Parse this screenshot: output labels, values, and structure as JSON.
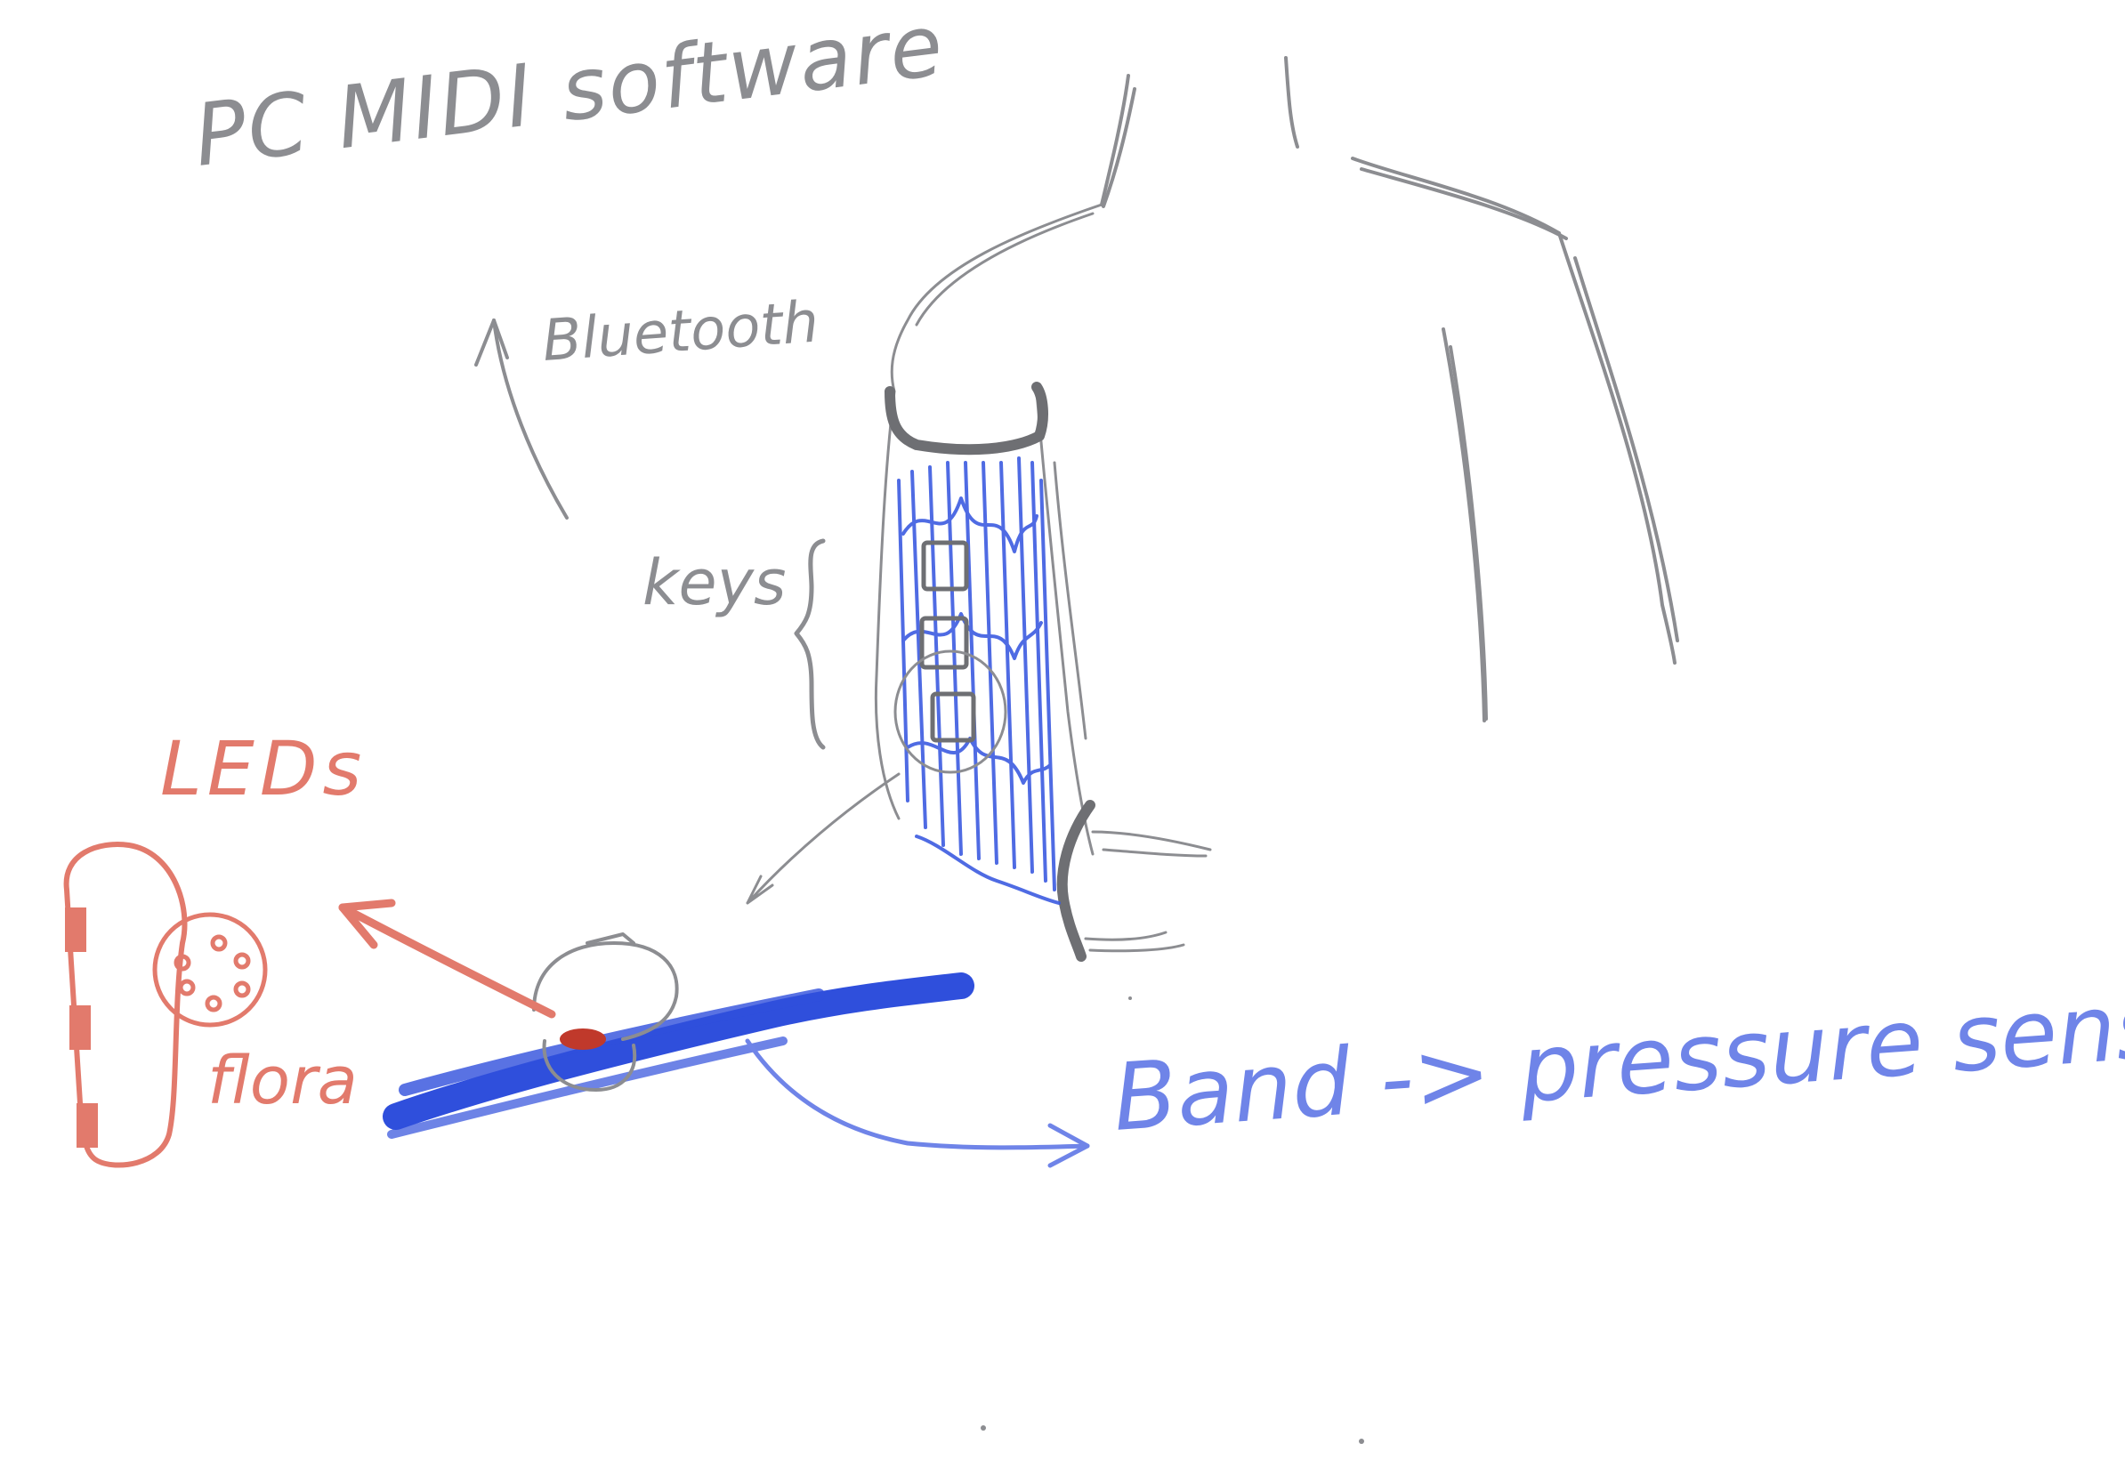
{
  "colors": {
    "pencil": "#8c8d91",
    "dark_band": "#6e6f73",
    "ink_blue": "#3d5ce0",
    "label_blue": "#6f84e8",
    "ink_red": "#e27a6c",
    "sensor_red": "#c0392b"
  },
  "labels": {
    "pc_software": "PC MIDI software",
    "bluetooth": "Bluetooth",
    "keys": "keys",
    "leds": "LEDs",
    "flora": "flora",
    "band_pressure": "Band -> pressure sensor"
  }
}
